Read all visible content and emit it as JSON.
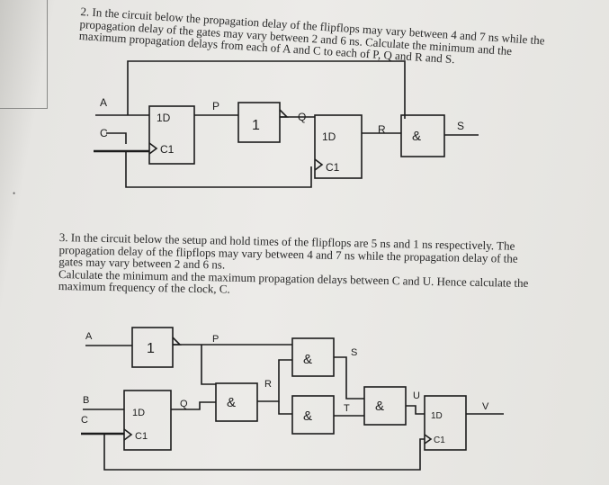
{
  "q2": {
    "number": "2.",
    "lines": [
      "In the circuit below the propagation delay of the flipflops may vary between 4 and 7 ns while the",
      "propagation delay of the gates may vary between 2 and 6 ns. Calculate the minimum and the",
      "maximum propagation delays from each of A and C to each of P, Q and R and S."
    ],
    "circuit": {
      "inputs": [
        "A",
        "C"
      ],
      "ff1": {
        "d": "1D",
        "c": "C1"
      },
      "inverter": "1",
      "ff2": {
        "d": "1D",
        "c": "C1"
      },
      "and_gate": "&",
      "signals": [
        "P",
        "Q",
        "R",
        "S"
      ]
    }
  },
  "q3": {
    "lines": [
      "3. In the circuit below the setup and hold times of the flipflops are 5 ns and 1 ns respectively. The",
      "propagation delay of the flipflops may vary between 4 and 7 ns while the propagation delay of the",
      "gates may vary between 2 and 6 ns.",
      "Calculate the minimum and the maximum propagation delays between C and U. Hence calculate the",
      "maximum frequency of the clock, C."
    ],
    "circuit": {
      "inputs": [
        "A",
        "B",
        "C"
      ],
      "inverter": "1",
      "ff1": {
        "d": "1D",
        "c": "C1"
      },
      "and_gates": [
        "&",
        "&",
        "&",
        "&"
      ],
      "ff2": {
        "d": "1D",
        "c": "C1"
      },
      "signals": [
        "P",
        "Q",
        "R",
        "S",
        "T",
        "U",
        "V"
      ]
    }
  }
}
